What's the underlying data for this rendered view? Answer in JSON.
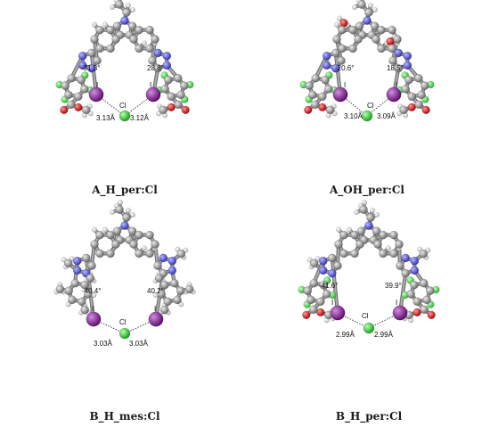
{
  "panels": [
    {
      "key": "A_H",
      "caption": "A_H_per:Cl",
      "angle_left": "-31.3°",
      "angle_right": "28.8°",
      "iodine_left_label": "I",
      "iodine_right_label": "I",
      "chloride_label": "Cl",
      "dist_left": "3.13Å",
      "dist_right": "3.12Å",
      "aryl": "perfluoro-ester",
      "hydroxy": false
    },
    {
      "key": "A_OH",
      "caption": "A_OH_per:Cl",
      "angle_left": "-20.6°",
      "angle_right": "18.5°",
      "iodine_left_label": "I",
      "iodine_right_label": "I",
      "chloride_label": "Cl",
      "dist_left": "3.10Å",
      "dist_right": "3.09Å",
      "aryl": "perfluoro-ester",
      "hydroxy": true
    },
    {
      "key": "B_H_mes",
      "caption": "B_H_mes:Cl",
      "angle_left": "-40.4°",
      "angle_right": "40.2°",
      "iodine_left_label": "I",
      "iodine_right_label": "I",
      "chloride_label": "Cl",
      "dist_left": "3.03Å",
      "dist_right": "3.03Å",
      "aryl": "mesityl",
      "hydroxy": false
    },
    {
      "key": "B_H_per",
      "caption": "B_H_per:Cl",
      "angle_left": "-41.6°",
      "angle_right": "39.9°",
      "iodine_left_label": "I",
      "iodine_right_label": "I",
      "chloride_label": "Cl",
      "dist_left": "2.99Å",
      "dist_right": "2.99Å",
      "aryl": "perfluoro-ester",
      "hydroxy": false
    }
  ],
  "colors": {
    "carbon": "#8c8c8c",
    "hydrogen": "#f2f2f2",
    "nitrogen": "#5a5ae0",
    "oxygen": "#e01818",
    "iodine": "#8b1f9a",
    "chlorine": "#2fd12f",
    "fluorine": "#4fd84f"
  }
}
